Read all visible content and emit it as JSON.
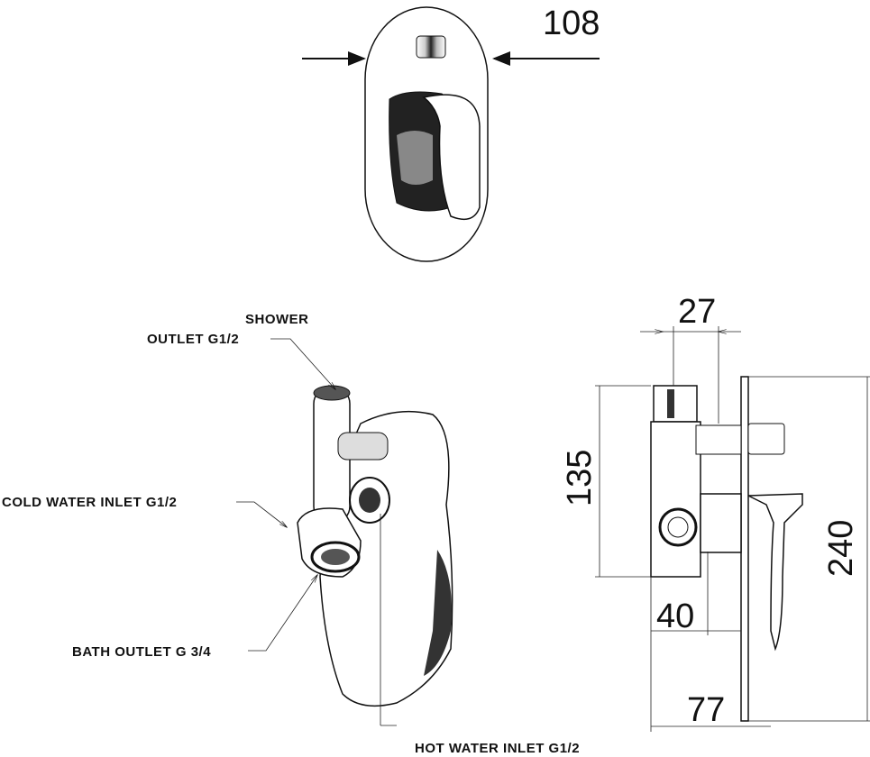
{
  "front_view": {
    "width_dim": "108"
  },
  "perspective_view": {
    "labels": {
      "shower": "SHOWER",
      "shower_outlet": "OUTLET  G1/2",
      "cold_inlet": "COLD WATER INLET  G1/2",
      "bath_outlet": "BATH OUTLET G 3/4",
      "hot_inlet": "HOT WATER INLET G1/2"
    }
  },
  "side_view": {
    "dims": {
      "top": "27",
      "body_height": "135",
      "plate_height": "240",
      "depth_body": "40",
      "depth_total": "77"
    }
  }
}
